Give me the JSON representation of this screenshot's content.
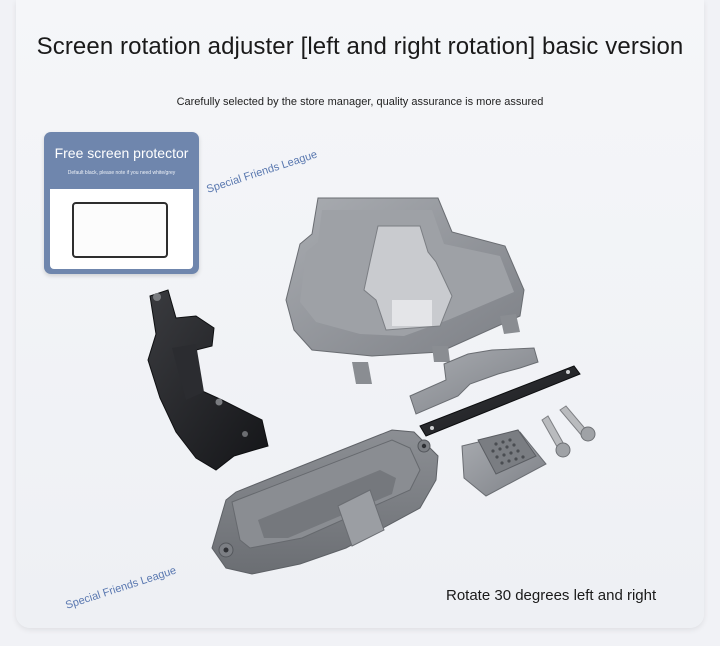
{
  "title": "Screen rotation adjuster [left and right rotation] basic version",
  "subtitle": "Carefully selected by the store manager, quality assurance is more assured",
  "promo": {
    "title": "Free screen protector",
    "note": "Default black, please note if you need white/grey"
  },
  "watermarks": [
    "Special Friends League",
    "Special Friends League"
  ],
  "caption": "Rotate 30 degrees left and right",
  "colors": {
    "panel": "#eef0f4",
    "promo": "#6f86ad",
    "watermark": "#5a78b0",
    "part_grey": "#8f9297",
    "part_black": "#1e1f22"
  }
}
